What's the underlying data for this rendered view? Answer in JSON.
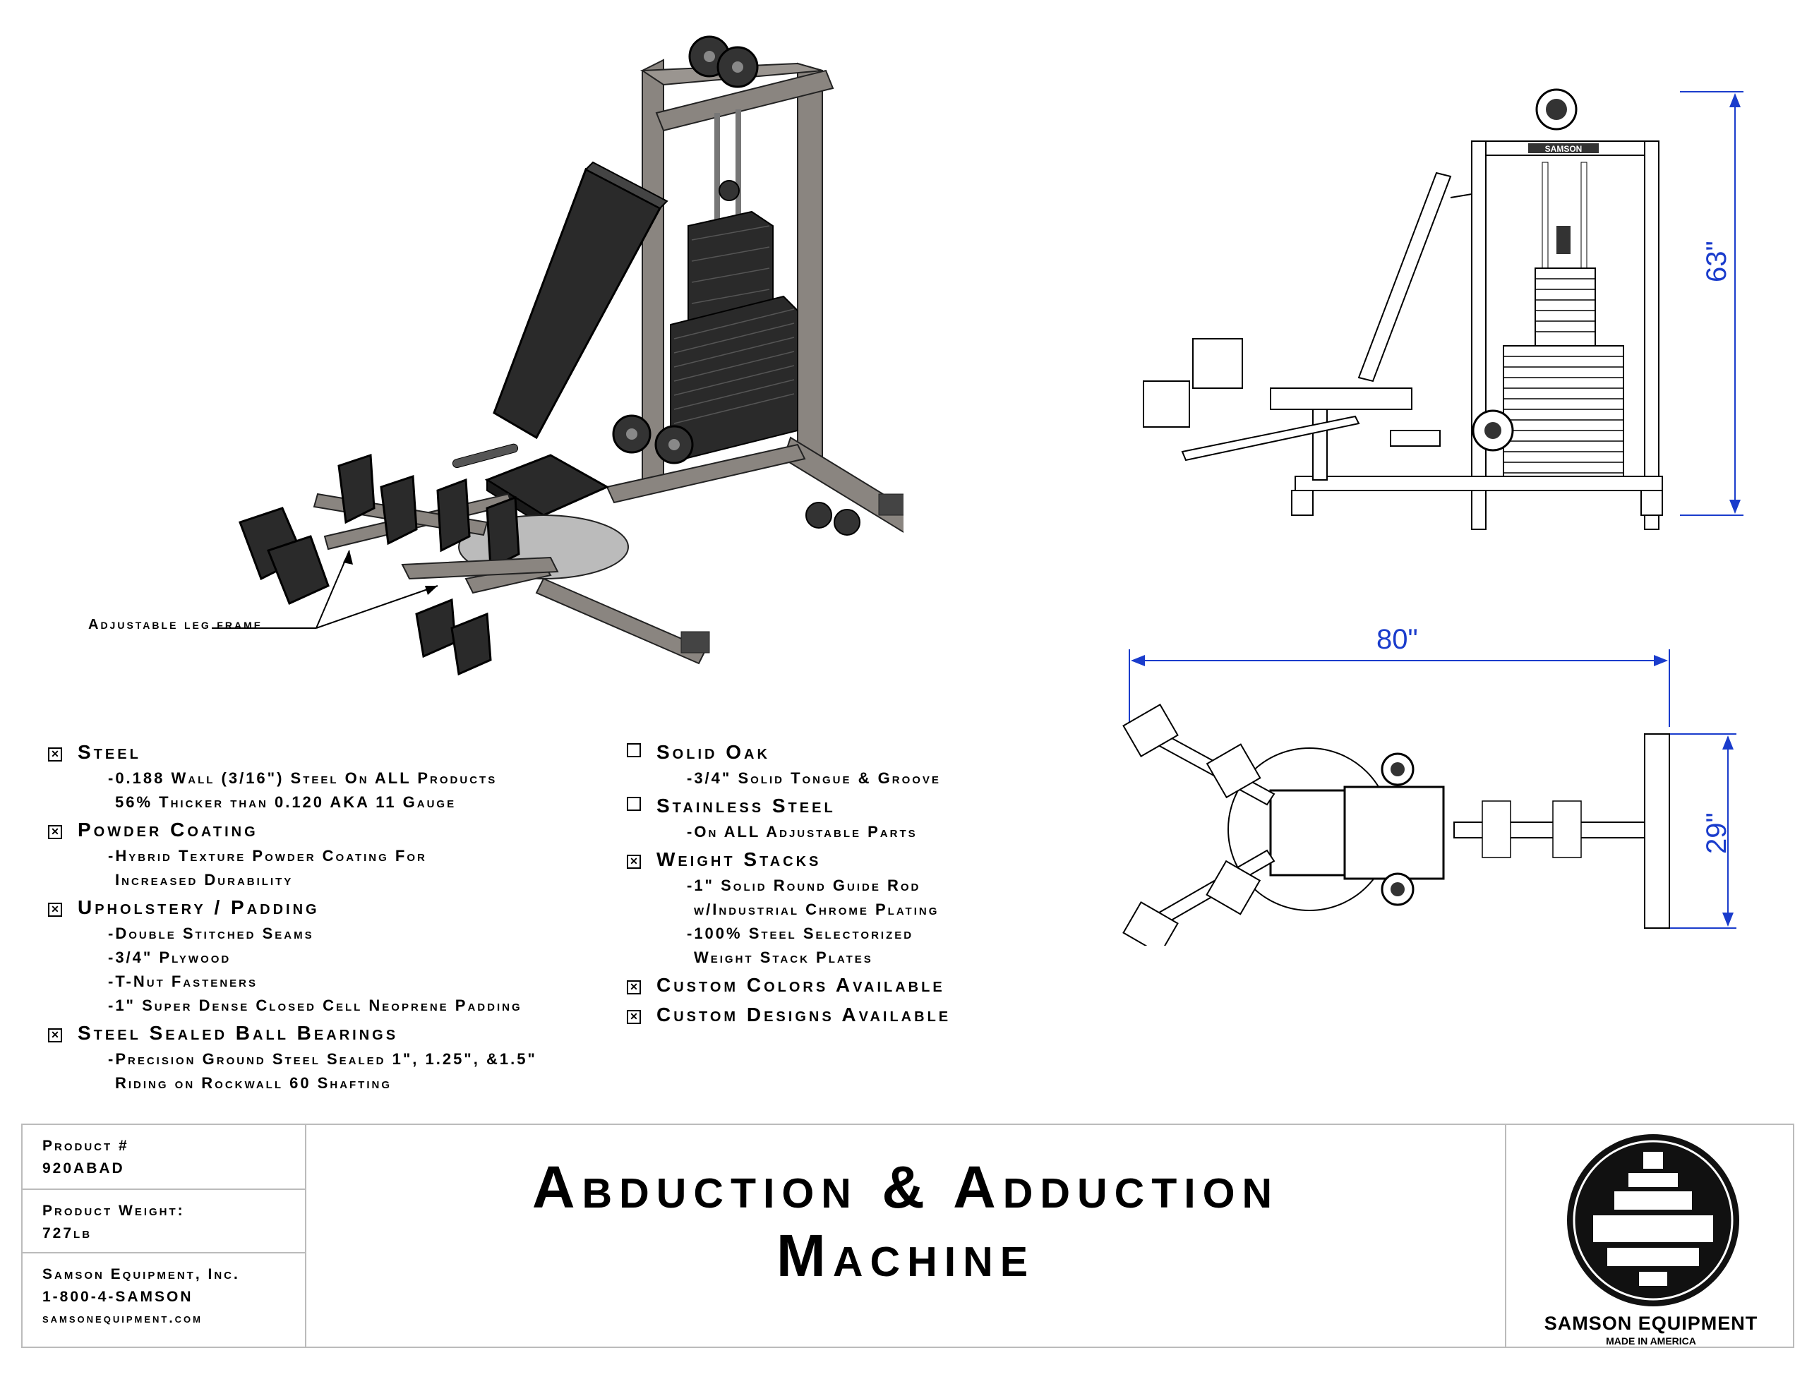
{
  "callout": {
    "label": "Adjustable leg frame"
  },
  "dimensions": {
    "height": "63\"",
    "width": "80\"",
    "depth": "29\""
  },
  "specs_left": [
    {
      "checked": true,
      "title": "Steel",
      "lines": [
        "-0.188 Wall (3/16\") Steel On ALL Products",
        "56% Thicker than 0.120 AKA 11 Gauge"
      ]
    },
    {
      "checked": true,
      "title": "Powder Coating",
      "lines": [
        "-Hybrid Texture Powder Coating For",
        "Increased Durability"
      ]
    },
    {
      "checked": true,
      "title": "Upholstery / Padding",
      "lines": [
        "-Double Stitched Seams",
        "-3/4\" Plywood",
        "-T-Nut Fasteners",
        "-1\" Super Dense Closed Cell Neoprene Padding"
      ]
    },
    {
      "checked": true,
      "title": "Steel Sealed Ball Bearings",
      "lines": [
        "-Precision Ground Steel Sealed 1\", 1.25\", &1.5\"",
        "Riding on Rockwall 60 Shafting"
      ]
    }
  ],
  "specs_right": [
    {
      "checked": false,
      "title": "Solid Oak",
      "lines": [
        "-3/4\" Solid Tongue & Groove"
      ]
    },
    {
      "checked": false,
      "title": "Stainless Steel",
      "lines": [
        "-On ALL Adjustable Parts"
      ]
    },
    {
      "checked": true,
      "title": "Weight Stacks",
      "lines": [
        "-1\" Solid Round Guide Rod",
        "w/Industrial Chrome Plating",
        "-100% Steel Selectorized",
        "Weight Stack Plates"
      ]
    },
    {
      "checked": true,
      "title": "Custom Colors Available",
      "lines": []
    },
    {
      "checked": true,
      "title": "Custom Designs Available",
      "lines": []
    }
  ],
  "title_block": {
    "product_label": "Product #",
    "product_value": "920ABAD",
    "weight_label": "Product Weight:",
    "weight_value": "727lb",
    "company": "Samson Equipment, Inc.",
    "phone": "1-800-4-SAMSON",
    "website": "samsonequipment.com",
    "title_line1": "Abduction & Adduction",
    "title_line2": "Machine"
  },
  "logo": {
    "name": "SAMSON EQUIPMENT",
    "tagline": "MADE IN AMERICA"
  },
  "frame_brand": "SAMSON",
  "colors": {
    "dimension": "#1a3ccc",
    "frame": "#8a8580",
    "pad": "#2a2a2a"
  },
  "checkbox_marks": {
    "checked": "✕",
    "unchecked": ""
  }
}
